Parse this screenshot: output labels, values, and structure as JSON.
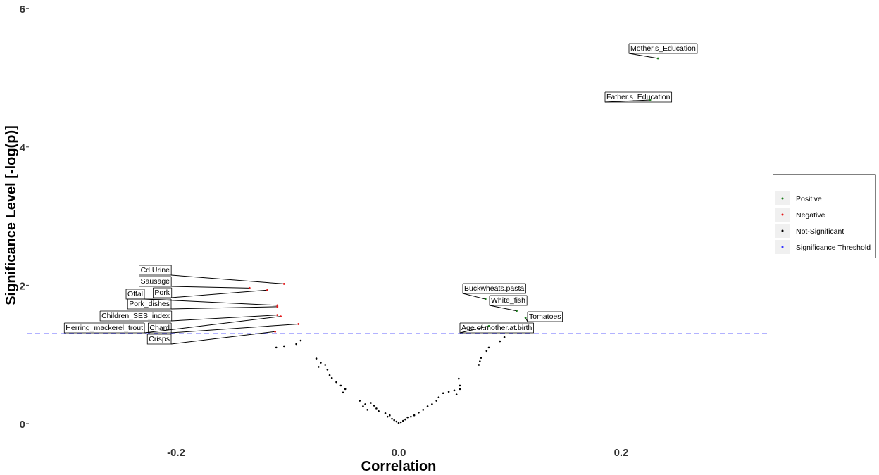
{
  "chart_data": {
    "type": "scatter",
    "title": "",
    "xlabel": "Correlation",
    "ylabel": "Significance Level [-log(p)]",
    "xlim": [
      -0.3,
      0.33
    ],
    "ylim": [
      0,
      6
    ],
    "x_ticks": [
      -0.2,
      0.0,
      0.2
    ],
    "x_tick_labels": [
      "-0.2",
      "0.0",
      "0.2"
    ],
    "y_ticks": [
      0,
      2,
      4,
      6
    ],
    "y_tick_labels": [
      "0",
      "2",
      "4",
      "6"
    ],
    "grid": false,
    "threshold": {
      "y": 1.3,
      "color": "#3333ff",
      "style": "dashed"
    },
    "legend": {
      "position": "right",
      "entries": [
        {
          "name": "Positive",
          "color": "#1a7a1a"
        },
        {
          "name": "Negative",
          "color": "#e41a1c"
        },
        {
          "name": "Not-Significant",
          "color": "#000000"
        },
        {
          "name": "Significance Threshold",
          "color": "#3333ff"
        }
      ]
    },
    "labeled_points": [
      {
        "label": "Mother.s_Education",
        "x": 0.233,
        "y": 5.28,
        "group": "Positive"
      },
      {
        "label": "Father.s_Education",
        "x": 0.226,
        "y": 4.68,
        "group": "Positive"
      },
      {
        "label": "Buckwheats.pasta",
        "x": 0.078,
        "y": 1.8,
        "group": "Positive"
      },
      {
        "label": "White_fish",
        "x": 0.106,
        "y": 1.63,
        "group": "Positive"
      },
      {
        "label": "Tomatoes",
        "x": 0.114,
        "y": 1.53,
        "group": "Positive"
      },
      {
        "label": "Age.of.mother.at.birth",
        "x": 0.081,
        "y": 1.41,
        "group": "Positive"
      },
      {
        "label": "Cd.Urine",
        "x": -0.103,
        "y": 2.02,
        "group": "Negative"
      },
      {
        "label": "Sausage",
        "x": -0.134,
        "y": 1.96,
        "group": "Negative"
      },
      {
        "label": "Pork",
        "x": -0.118,
        "y": 1.93,
        "group": "Negative"
      },
      {
        "label": "Offal",
        "x": -0.109,
        "y": 1.71,
        "group": "Negative"
      },
      {
        "label": "Pork_dishes",
        "x": -0.109,
        "y": 1.69,
        "group": "Negative"
      },
      {
        "label": "Children_SES_index",
        "x": -0.109,
        "y": 1.57,
        "group": "Negative"
      },
      {
        "label": "Herring_mackerel_trout",
        "x": -0.106,
        "y": 1.55,
        "group": "Negative"
      },
      {
        "label": "Chard",
        "x": -0.09,
        "y": 1.44,
        "group": "Negative"
      },
      {
        "label": "Crisps",
        "x": -0.111,
        "y": 1.33,
        "group": "Negative"
      }
    ],
    "points": [
      {
        "x": -0.11,
        "y": 1.1
      },
      {
        "x": -0.103,
        "y": 1.12
      },
      {
        "x": -0.092,
        "y": 1.15
      },
      {
        "x": -0.088,
        "y": 1.2
      },
      {
        "x": -0.074,
        "y": 0.94
      },
      {
        "x": -0.07,
        "y": 0.88
      },
      {
        "x": -0.072,
        "y": 0.82
      },
      {
        "x": -0.066,
        "y": 0.85
      },
      {
        "x": -0.064,
        "y": 0.78
      },
      {
        "x": -0.062,
        "y": 0.7
      },
      {
        "x": -0.06,
        "y": 0.66
      },
      {
        "x": -0.056,
        "y": 0.6
      },
      {
        "x": -0.052,
        "y": 0.55
      },
      {
        "x": -0.048,
        "y": 0.5
      },
      {
        "x": -0.05,
        "y": 0.45
      },
      {
        "x": -0.035,
        "y": 0.33
      },
      {
        "x": -0.03,
        "y": 0.28
      },
      {
        "x": -0.032,
        "y": 0.25
      },
      {
        "x": -0.025,
        "y": 0.3
      },
      {
        "x": -0.022,
        "y": 0.26
      },
      {
        "x": -0.02,
        "y": 0.22
      },
      {
        "x": -0.028,
        "y": 0.2
      },
      {
        "x": -0.018,
        "y": 0.18
      },
      {
        "x": -0.012,
        "y": 0.15
      },
      {
        "x": -0.01,
        "y": 0.1
      },
      {
        "x": -0.008,
        "y": 0.12
      },
      {
        "x": -0.006,
        "y": 0.07
      },
      {
        "x": -0.004,
        "y": 0.05
      },
      {
        "x": -0.002,
        "y": 0.03
      },
      {
        "x": 0.0,
        "y": 0.01
      },
      {
        "x": 0.002,
        "y": 0.02
      },
      {
        "x": 0.004,
        "y": 0.04
      },
      {
        "x": 0.006,
        "y": 0.06
      },
      {
        "x": 0.008,
        "y": 0.09
      },
      {
        "x": 0.011,
        "y": 0.1
      },
      {
        "x": 0.014,
        "y": 0.12
      },
      {
        "x": 0.018,
        "y": 0.16
      },
      {
        "x": 0.022,
        "y": 0.2
      },
      {
        "x": 0.026,
        "y": 0.25
      },
      {
        "x": 0.03,
        "y": 0.28
      },
      {
        "x": 0.034,
        "y": 0.33
      },
      {
        "x": 0.036,
        "y": 0.38
      },
      {
        "x": 0.04,
        "y": 0.44
      },
      {
        "x": 0.045,
        "y": 0.46
      },
      {
        "x": 0.05,
        "y": 0.48
      },
      {
        "x": 0.052,
        "y": 0.42
      },
      {
        "x": 0.055,
        "y": 0.5
      },
      {
        "x": 0.055,
        "y": 0.55
      },
      {
        "x": 0.054,
        "y": 0.65
      },
      {
        "x": 0.072,
        "y": 0.85
      },
      {
        "x": 0.073,
        "y": 0.9
      },
      {
        "x": 0.074,
        "y": 0.95
      },
      {
        "x": 0.079,
        "y": 1.05
      },
      {
        "x": 0.081,
        "y": 1.1
      },
      {
        "x": 0.091,
        "y": 1.19
      },
      {
        "x": 0.095,
        "y": 1.25
      }
    ]
  }
}
